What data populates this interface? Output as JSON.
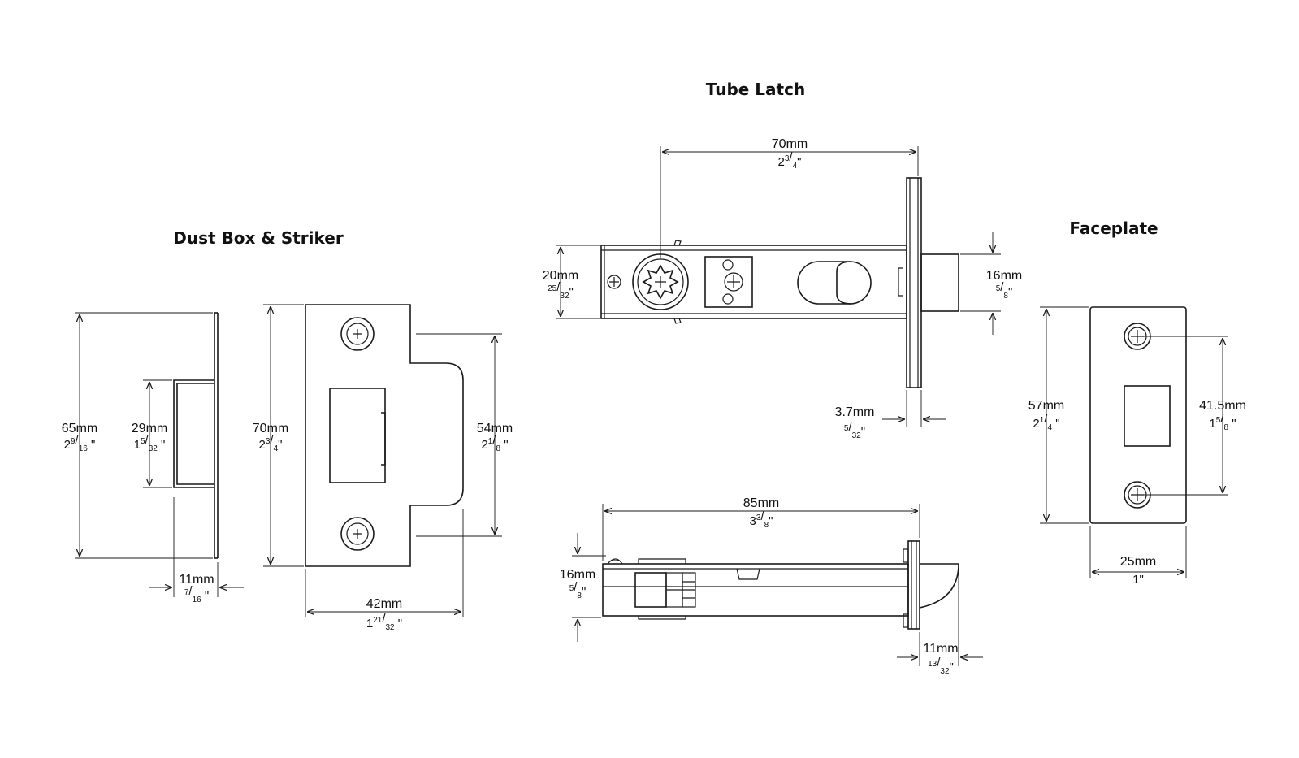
{
  "titles": {
    "dust_box": "Dust Box & Striker",
    "tube_latch": "Tube Latch",
    "faceplate": "Faceplate"
  },
  "dims": {
    "dust_height": {
      "mm": "65mm",
      "whole": "2",
      "num": "9",
      "den": "16",
      "tail": " \""
    },
    "dust_inner": {
      "mm": "29mm",
      "whole": "1",
      "num": "5",
      "den": "32",
      "tail": " \""
    },
    "dust_depth": {
      "mm": "11mm",
      "whole": "",
      "num": "7",
      "den": "16",
      "tail": " \""
    },
    "striker_height": {
      "mm": "70mm",
      "whole": "2",
      "num": "3",
      "den": "4",
      "tail": "\""
    },
    "striker_lip": {
      "mm": "54mm",
      "whole": "2",
      "num": "1",
      "den": "8",
      "tail": " \""
    },
    "striker_width": {
      "mm": "42mm",
      "whole": "1",
      "num": "21",
      "den": "32",
      "tail": " \""
    },
    "backset": {
      "mm": "70mm",
      "whole": "2",
      "num": "3",
      "den": "4",
      "tail": "\""
    },
    "body_height": {
      "mm": "20mm",
      "whole": "",
      "num": "25",
      "den": "32",
      "tail": "\""
    },
    "latch_height": {
      "mm": "16mm",
      "whole": "",
      "num": "5",
      "den": "8",
      "tail": "\""
    },
    "plate_thickness": {
      "mm": "3.7mm",
      "whole": "",
      "num": "5",
      "den": "32",
      "tail": "\""
    },
    "overall_length": {
      "mm": "85mm",
      "whole": "3",
      "num": "3",
      "den": "8",
      "tail": "\""
    },
    "side_height": {
      "mm": "16mm",
      "whole": "",
      "num": "5",
      "den": "8",
      "tail": "\""
    },
    "latch_projection": {
      "mm": "11mm",
      "whole": "",
      "num": "13",
      "den": "32",
      "tail": "\""
    },
    "face_height": {
      "mm": "57mm",
      "whole": "2",
      "num": "1",
      "den": "4",
      "tail": " \""
    },
    "face_screws": {
      "mm": "41.5mm",
      "whole": "1",
      "num": "5",
      "den": "8",
      "tail": " \""
    },
    "face_width": {
      "mm": "25mm",
      "whole": "1",
      "num": "",
      "den": "",
      "tail": "\""
    }
  }
}
